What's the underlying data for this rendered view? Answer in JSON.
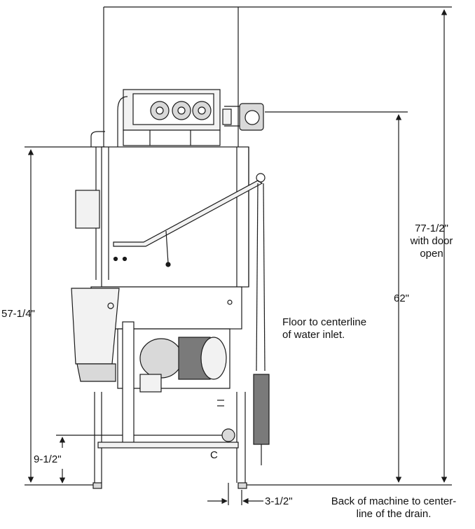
{
  "dimensions": {
    "door_open": {
      "value": "77-1/2\"",
      "line2": "with door",
      "line3": "open"
    },
    "inlet": {
      "value": "62\""
    },
    "overall": {
      "value": "57-1/4\""
    },
    "drain_height": {
      "value": "9-1/2\""
    },
    "drain_offset": {
      "value": "3-1/2\""
    }
  },
  "notes": {
    "inlet_note_1": "Floor to centerline",
    "inlet_note_2": "of water inlet.",
    "drain_note_1": "Back of machine to center-",
    "drain_note_2": "line of the drain."
  },
  "drain_marker": "C",
  "colors": {
    "line": "#1a1a1a",
    "fill_light": "#f2f2f2",
    "fill_mid": "#d9d9d9",
    "fill_dark": "#7a7a7a"
  }
}
